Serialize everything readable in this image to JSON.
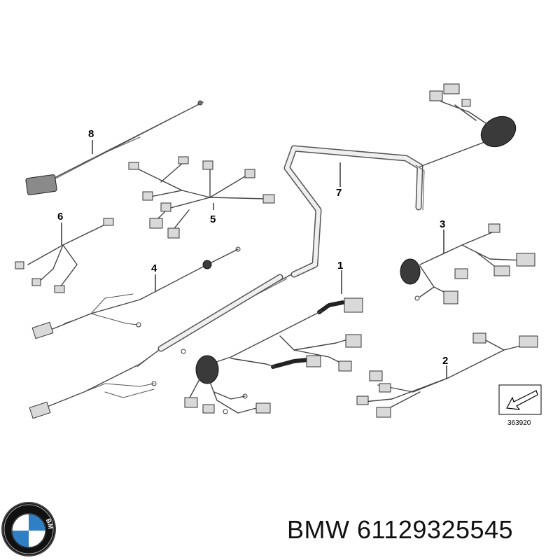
{
  "callouts": [
    {
      "id": "1",
      "label": "1"
    },
    {
      "id": "2",
      "label": "2"
    },
    {
      "id": "3",
      "label": "3"
    },
    {
      "id": "4",
      "label": "4"
    },
    {
      "id": "5",
      "label": "5"
    },
    {
      "id": "6",
      "label": "6"
    },
    {
      "id": "7",
      "label": "7"
    },
    {
      "id": "8",
      "label": "8"
    }
  ],
  "reference_number": "363920",
  "brand": {
    "name": "BMW",
    "part_number": "61129325545",
    "logo_letters": "BMW",
    "logo_colors": {
      "blue": "#2f7fc4",
      "white": "#ffffff",
      "ring": "#1a1a1a"
    }
  }
}
